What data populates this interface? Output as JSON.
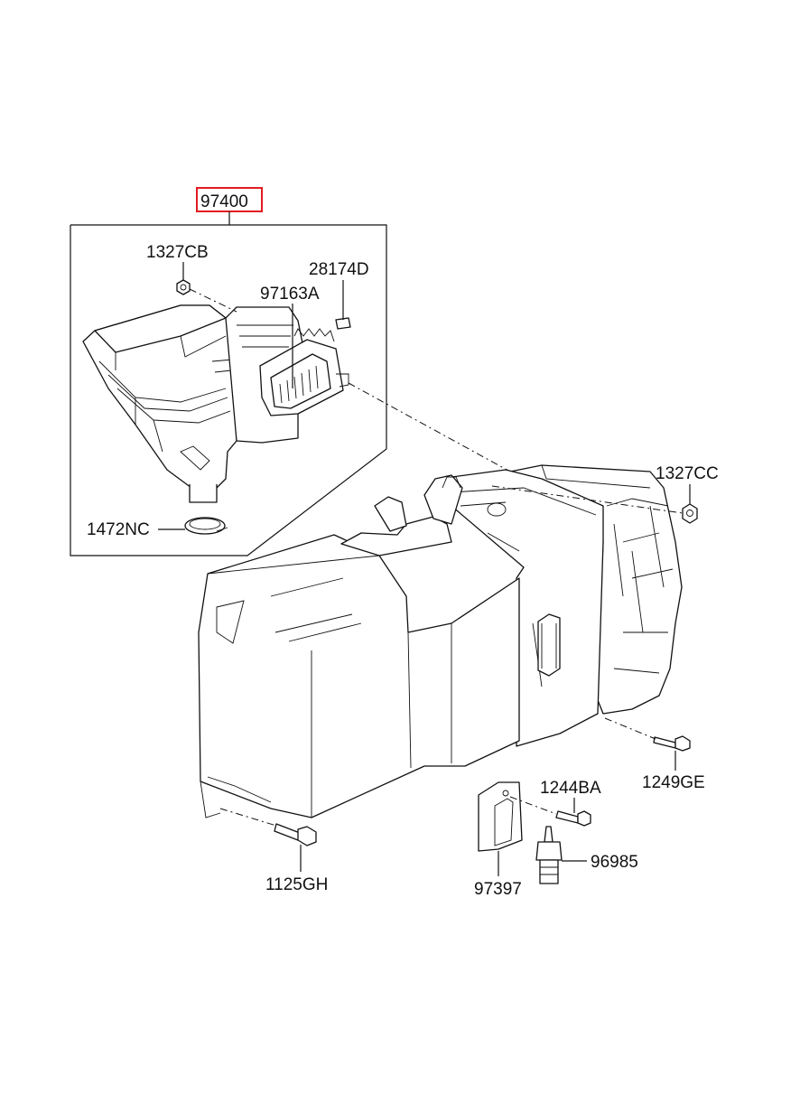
{
  "diagram": {
    "highlight_color": "#e11b22",
    "line_color": "#111111",
    "parts": {
      "p97400": "97400",
      "p1327CB": "1327CB",
      "p28174D": "28174D",
      "p97163A": "97163A",
      "p1472NC": "1472NC",
      "p1327CC": "1327CC",
      "p1249GE": "1249GE",
      "p1244BA": "1244BA",
      "p96985": "96985",
      "p97397": "97397",
      "p1125GH": "1125GH"
    },
    "icons": {
      "blower": "blower-unit-icon",
      "filter": "cabin-filter-icon",
      "heater": "heater-unit-icon",
      "nut": "nut-icon",
      "bolt": "bolt-icon",
      "clamp": "hose-clamp-icon",
      "clip": "clip-icon",
      "sensor": "sensor-icon",
      "bracket": "bracket-icon"
    }
  }
}
